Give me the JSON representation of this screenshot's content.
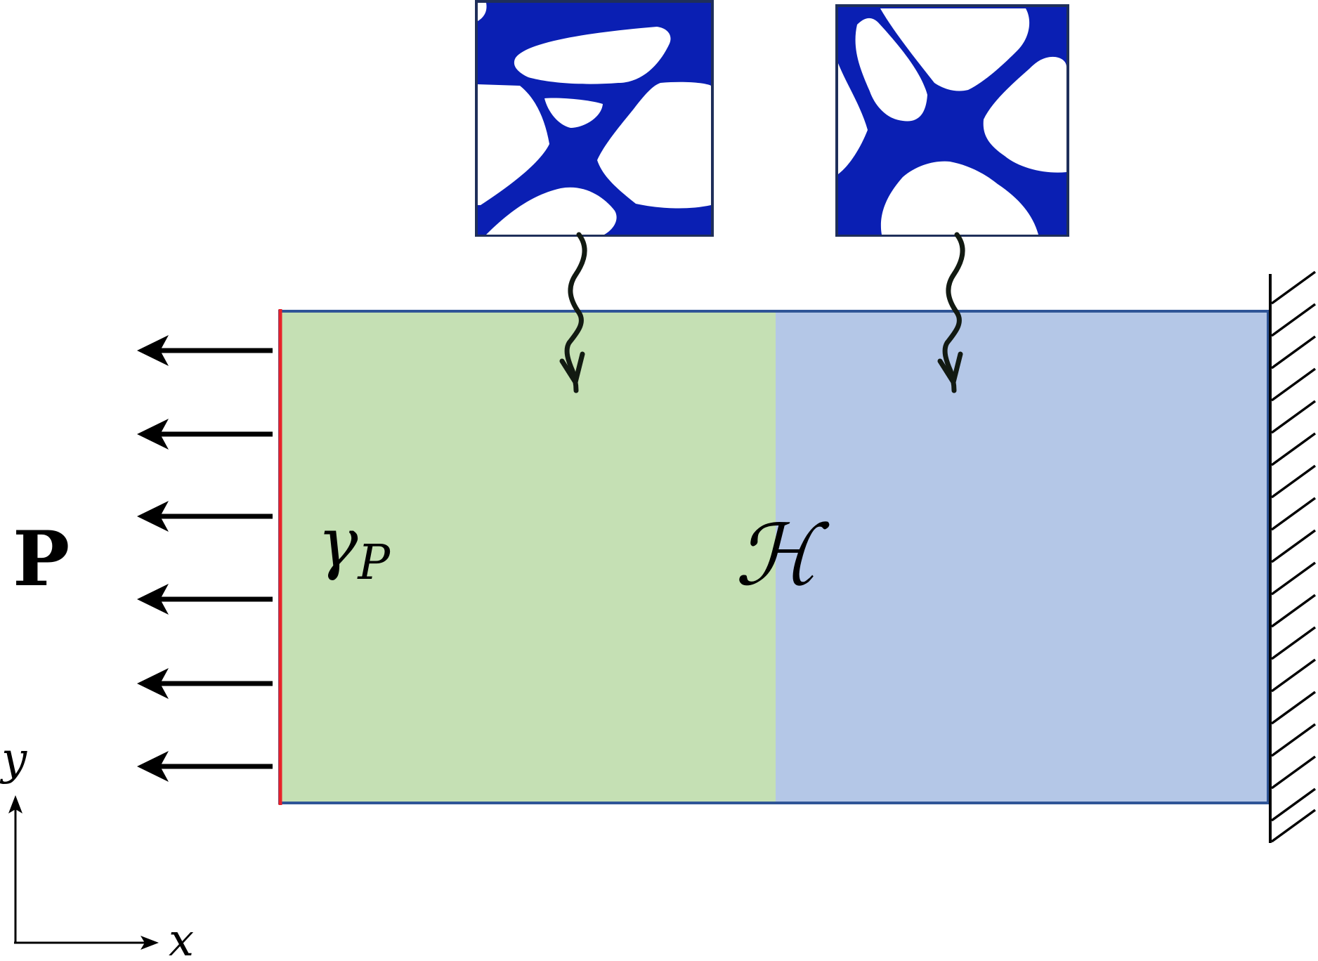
{
  "labels": {
    "load": "P",
    "boundary": "γ",
    "boundary_sub": "P",
    "domain": "ℋ",
    "axis_y": "y",
    "axis_x": "x"
  },
  "colors": {
    "left_region": "#c5e0b4",
    "right_region": "#b4c7e7",
    "frame": "#2f5597",
    "boundary_edge": "#e8222a",
    "microstructure": "#0a1fb3",
    "ink": "#000000"
  },
  "load_arrow_count": 6,
  "icons": [
    "load-arrow-icon",
    "fixed-support-hatch-icon",
    "wavy-pointer-icon"
  ]
}
